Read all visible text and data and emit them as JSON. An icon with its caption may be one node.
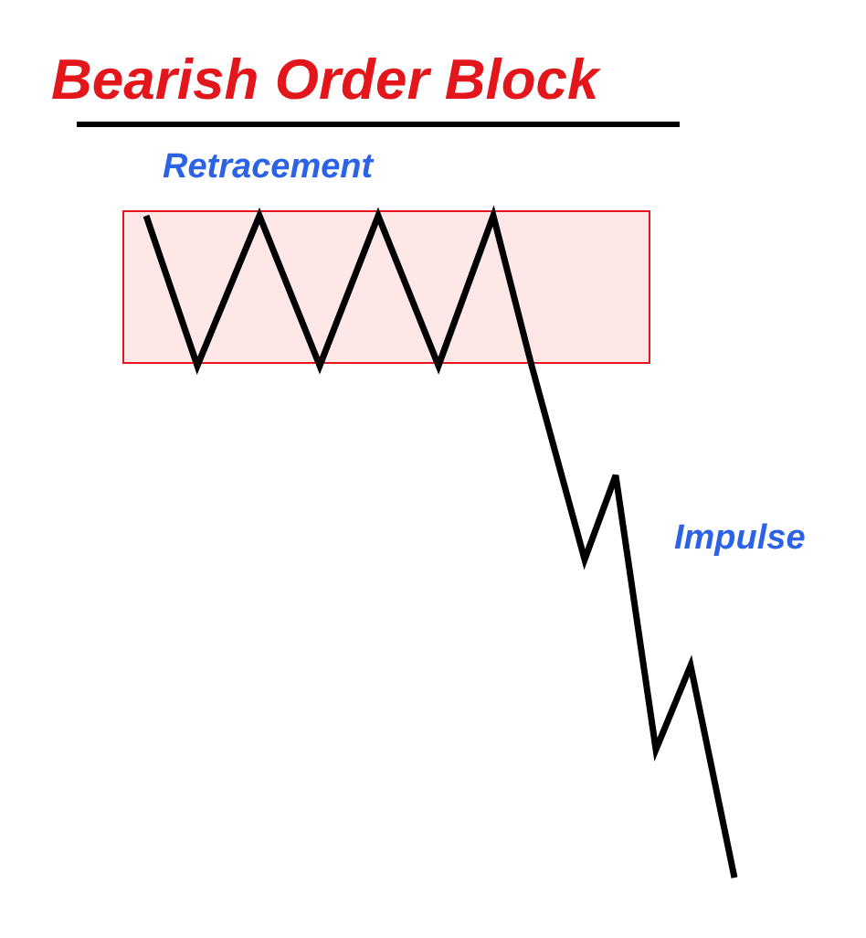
{
  "diagram": {
    "title": "Bearish Order Block",
    "nodes": [
      {
        "text": [
          "Retracement"
        ]
      }
    ],
    "labels": [
      "Impulse"
    ]
  }
}
